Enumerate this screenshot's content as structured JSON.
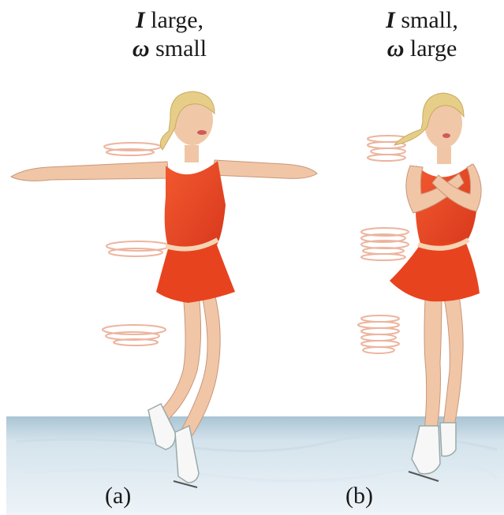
{
  "figure": {
    "panel_a": {
      "caption_line1_symbol": "I",
      "caption_line1_text": "large,",
      "caption_line2_symbol": "ω",
      "caption_line2_text": "small",
      "label": "(a)"
    },
    "panel_b": {
      "caption_line1_symbol": "I",
      "caption_line1_text": "small,",
      "caption_line2_symbol": "ω",
      "caption_line2_text": "large",
      "label": "(b)"
    }
  },
  "colors": {
    "dress": "#e8431f",
    "dress_shadow": "#c4321a",
    "skin": "#f0c8a8",
    "hair": "#e8cf8a",
    "ice_top": "#bcd3e0",
    "ice_bottom": "#e8f0f5",
    "motion_lines": "#e8a58a",
    "skate": "#f5f5f5"
  }
}
